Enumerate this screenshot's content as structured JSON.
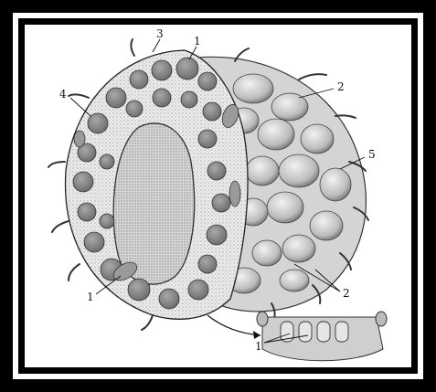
{
  "figure": {
    "labels": {
      "top_3": "3",
      "top_1": "1",
      "left_4": "4",
      "right_2": "2",
      "right_5": "5",
      "lower_2": "2",
      "lower_left_1": "1",
      "inset_1": "1"
    },
    "colors": {
      "frame": "#000000",
      "paper": "#ffffff",
      "cytoplasm": "#e8e8e8",
      "granule": "#8a8a8a",
      "nucleus": "#cfcfcf",
      "surface": "#d9d9d9",
      "ink": "#111111"
    }
  }
}
